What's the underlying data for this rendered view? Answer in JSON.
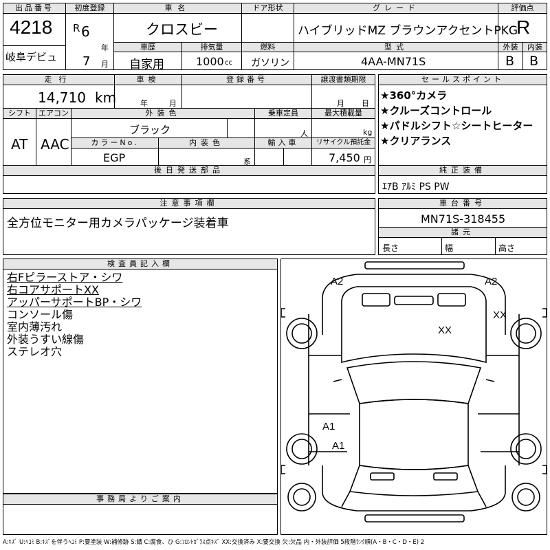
{
  "top": {
    "lot_no_label": "出品番号",
    "lot_no": "4218",
    "venue": "岐阜デビュ",
    "first_reg_label": "初度登録",
    "era": "R",
    "year": "6",
    "year_unit": "年",
    "month": "7",
    "month_unit": "月",
    "car_name_label": "車名",
    "car_name": "クロスビー",
    "door_label": "ドア形状",
    "door": "",
    "grade_label": "グレード",
    "grade": "ハイブリッドMZ ブラウンアクセントPKG",
    "score_label": "評価点",
    "score": "R",
    "history_label": "車歴",
    "history": "自家用",
    "displacement_label": "排気量",
    "displacement": "1000",
    "displacement_unit": "cc",
    "fuel_label": "燃料",
    "fuel": "ガソリン",
    "model_label": "型式",
    "model": "4AA-MN71S",
    "ext_label": "外装",
    "ext_score": "B",
    "int_label": "内装",
    "int_score": "B"
  },
  "row2": {
    "mileage_label": "走行",
    "mileage": "14,710",
    "mileage_unit": "km",
    "inspection_label": "車検",
    "insp_year_unit": "年",
    "insp_month_unit": "月",
    "reg_no_label": "登録番号",
    "reg_no": "",
    "transfer_label": "譲渡書類期限",
    "transfer_month_unit": "月",
    "transfer_day_unit": "日",
    "shift_label": "シフト",
    "shift": "AT",
    "ac_label": "エアコン",
    "ac": "AAC",
    "color_label": "外装色",
    "color": "ブラック",
    "capacity_label": "乗車定員",
    "capacity_unit": "人",
    "load_label": "最大積載量",
    "load_unit": "kg",
    "color_no_label": "カラーNo.",
    "color_no": "EGP",
    "int_color_label": "内装色",
    "int_color_unit": "系",
    "import_label": "輸入車",
    "recycle_label": "リサイクル預託金",
    "recycle": "7,450",
    "recycle_unit": "円",
    "parts_label": "後日発送部品",
    "parts": ""
  },
  "sales": {
    "label": "セールスポイント",
    "items": [
      "★360°カメラ",
      "★クルーズコントロール",
      "★パドルシフト☆シートヒーター",
      "★クリアランス"
    ]
  },
  "equipment": {
    "label": "純正装備",
    "value": "ｴｱB ｱﾙﾐ PS PW"
  },
  "notes": {
    "label": "注意事項欄",
    "text": "全方位モニター用カメラパッケージ装着車"
  },
  "chassis": {
    "label": "車台番号",
    "value": "MN71S-318455",
    "spec_label": "諸元",
    "length_label": "長さ",
    "width_label": "幅",
    "height_label": "高さ"
  },
  "inspector": {
    "label": "検査員記入欄",
    "lines": [
      {
        "text": "右Fピラーストア・シワ",
        "underline": true
      },
      {
        "text": "右コアサポートXX",
        "underline": true
      },
      {
        "text": "アッパーサポートBP・シワ",
        "underline": true
      },
      {
        "text": "コンソール傷",
        "underline": false
      },
      {
        "text": "室内薄汚れ",
        "underline": false
      },
      {
        "text": "外装うすい線傷",
        "underline": false
      },
      {
        "text": "ステレオ穴",
        "underline": false
      }
    ]
  },
  "office": {
    "label": "事務局よりご案内",
    "text": ""
  },
  "diagram": {
    "marks": [
      "A2",
      "A2",
      "XX",
      "XX",
      "A1",
      "A1"
    ]
  },
  "legend": "A:ｷｽﾞ U:ﾍｺﾐ B:ｷｽﾞを伴うﾍｺﾐ P:要塗装 W:補修跡 S:錆 C:腐食、ひ G:ﾌﾛﾝﾄｶﾞﾗｽ点ｷｽﾞ XX:交換済み X:要交換 欠:欠品 内・外装評価 5段階ﾗﾝｸ順(A・B・C・D・E) 2"
}
